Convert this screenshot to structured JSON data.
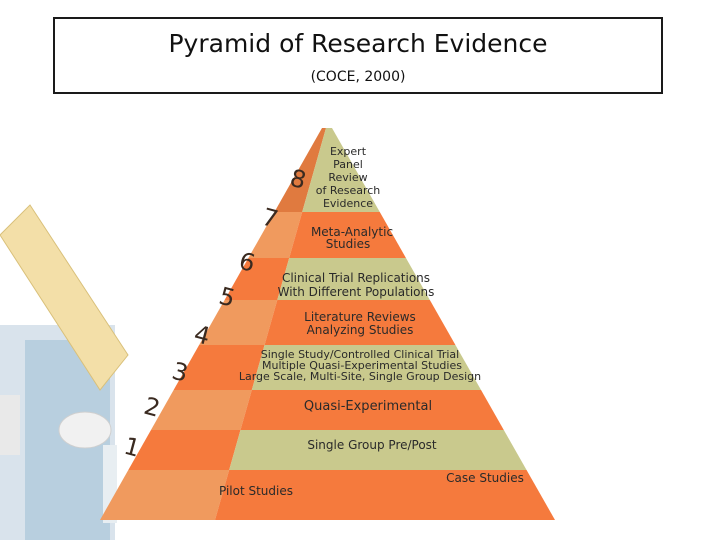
{
  "title": "Pyramid of Research Evidence",
  "subtitle": "(COCE, 2000)",
  "levels": [
    {
      "number": "1",
      "lines": [
        "Pilot Studies",
        "Case Studies"
      ]
    },
    {
      "number": "2",
      "lines": [
        "Single Group Pre/Post"
      ]
    },
    {
      "number": "3",
      "lines": [
        "Quasi-Experimental"
      ]
    },
    {
      "number": "4",
      "lines": [
        "Single Study/Controlled Clinical Trial",
        "Multiple Quasi-Experimental Studies",
        "Large Scale, Multi-Site, Single Group Design"
      ]
    },
    {
      "number": "5",
      "lines": [
        "Literature Reviews",
        "Analyzing Studies"
      ]
    },
    {
      "number": "6",
      "lines": [
        "Clinical Trial Replications",
        "With Different Populations"
      ]
    },
    {
      "number": "7",
      "lines": [
        "Meta-Analytic",
        "Studies"
      ]
    },
    {
      "number": "8",
      "lines": [
        "Expert",
        "Panel",
        "Review",
        "of Research",
        "Evidence"
      ]
    }
  ],
  "colors": {
    "orange": "#f57a3d",
    "olive": "#c9c98d",
    "side": "#f09a5e",
    "apex": "#e07a3f"
  }
}
